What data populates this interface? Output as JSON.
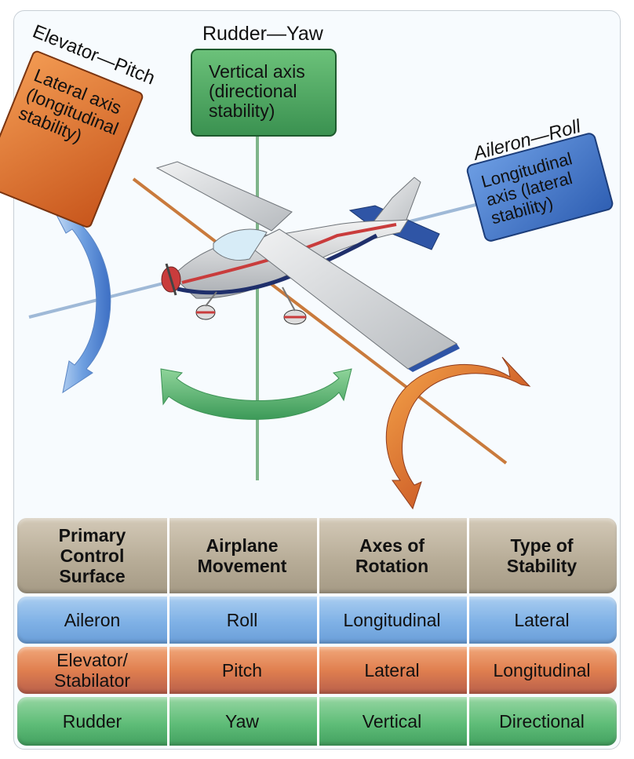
{
  "labels": {
    "rudder_title": "Rudder—Yaw",
    "vertical_box": [
      "Vertical axis",
      "(directional",
      "stability)"
    ],
    "elevator_title": "Elevator—Pitch",
    "lateral_box": [
      "Lateral axis",
      "(longitudinal",
      "stability)"
    ],
    "aileron_title": "Aileron—Roll",
    "longitudinal_box": [
      "Longitudinal",
      "axis (lateral",
      "stability)"
    ]
  },
  "table": {
    "headers": [
      [
        "Primary",
        "Control",
        "Surface"
      ],
      [
        "Airplane",
        "Movement"
      ],
      [
        "Axes of",
        "Rotation"
      ],
      [
        "Type of",
        "Stability"
      ]
    ],
    "rows": [
      {
        "cells": [
          [
            "Aileron"
          ],
          [
            "Roll"
          ],
          [
            "Longitudinal"
          ],
          [
            "Lateral"
          ]
        ]
      },
      {
        "cells": [
          [
            "Elevator/",
            "Stabilator"
          ],
          [
            "Pitch"
          ],
          [
            "Lateral"
          ],
          [
            "Longitudinal"
          ]
        ]
      },
      {
        "cells": [
          [
            "Rudder"
          ],
          [
            "Yaw"
          ],
          [
            "Vertical"
          ],
          [
            "Directional"
          ]
        ]
      }
    ]
  },
  "colors": {
    "vertical_green": "#4fa661",
    "lateral_orange": "#e3782f",
    "longitudinal_blue": "#3f73c7",
    "header_tan": "#b8ad98"
  }
}
